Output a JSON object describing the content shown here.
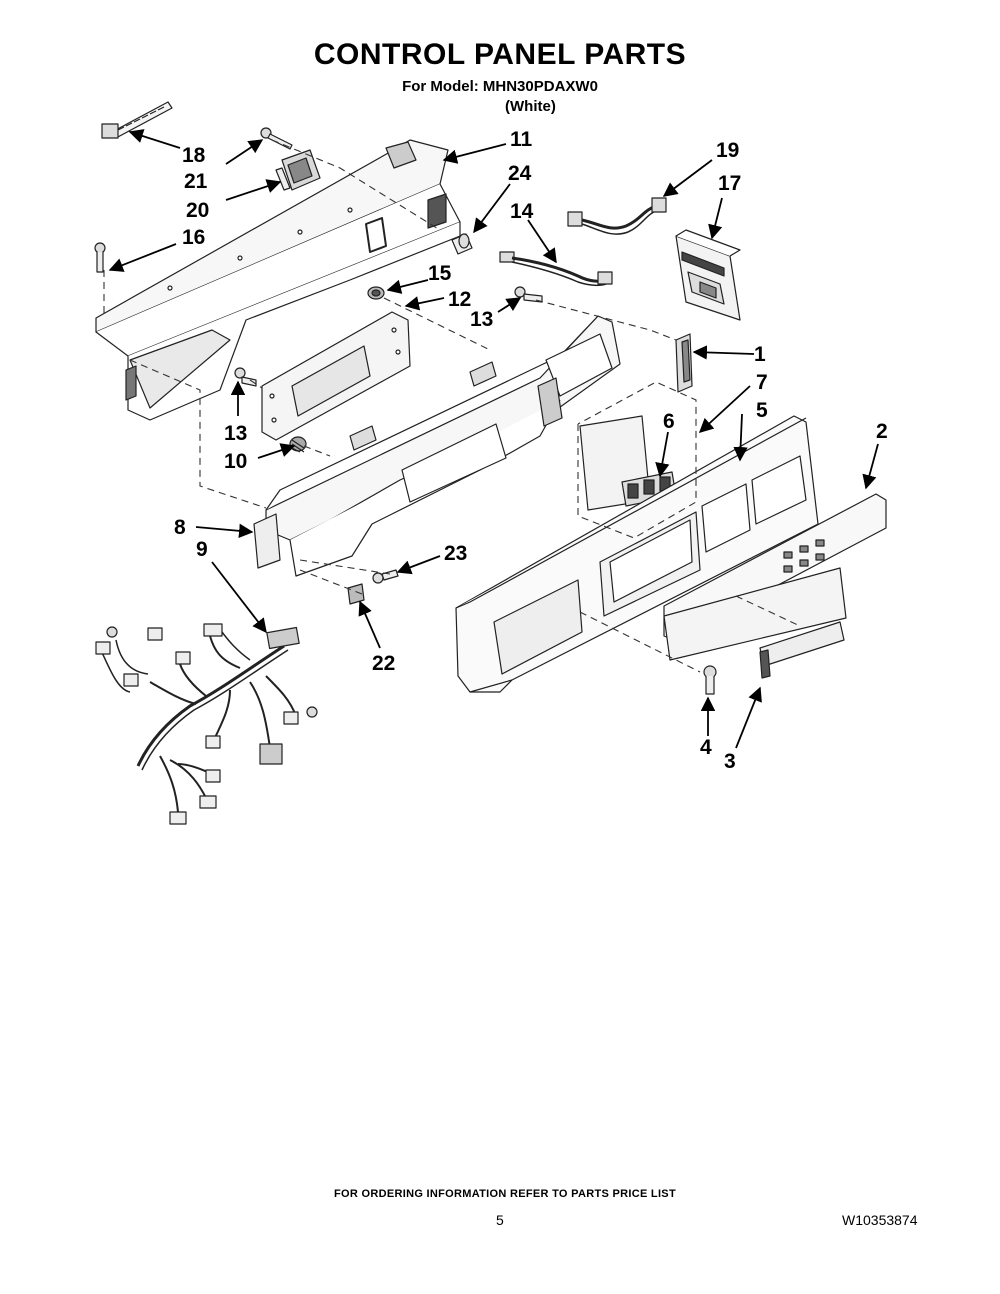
{
  "header": {
    "title": "CONTROL PANEL PARTS",
    "model_line": "For Model: MHN30PDAXW0",
    "variant": "(White)"
  },
  "callouts": [
    "1",
    "2",
    "3",
    "4",
    "5",
    "6",
    "7",
    "8",
    "9",
    "10",
    "11",
    "12",
    "13",
    "14",
    "15",
    "16",
    "17",
    "18",
    "19",
    "20",
    "21",
    "22",
    "23",
    "24"
  ],
  "footer": {
    "ordering_note": "FOR ORDERING INFORMATION REFER TO PARTS PRICE LIST",
    "page_number": "5",
    "document_number": "W10353874"
  }
}
